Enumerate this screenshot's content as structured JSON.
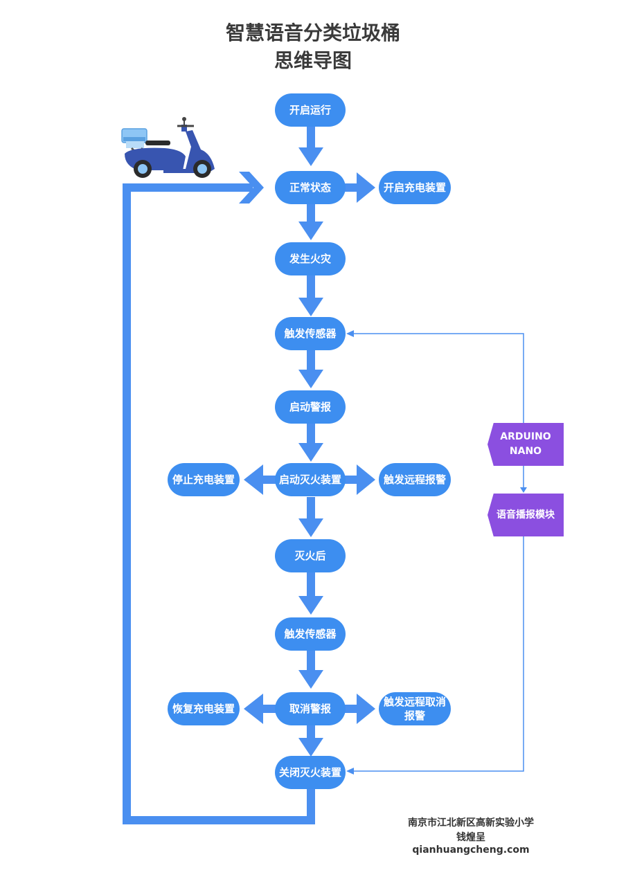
{
  "title": {
    "line1": "智慧语音分类垃圾桶",
    "line2": "思维导图"
  },
  "nodes": {
    "start": "开启运行",
    "normal": "正常状态",
    "charge_on": "开启充电装置",
    "fire": "发生火灾",
    "sensor1": "触发传感器",
    "alarm": "启动警报",
    "stop_charge": "停止充电装置",
    "extinguisher_on": "启动灭火装置",
    "remote_alarm": "触发远程报警",
    "after_fire": "灭火后",
    "sensor2": "触发传感器",
    "restore_charge": "恢复充电装置",
    "cancel_alarm": "取消警报",
    "remote_cancel": "触发远程取消报警",
    "extinguisher_off": "关闭灭火装置"
  },
  "modules": {
    "arduino": "ARDUINO NANO",
    "voice": "语音播报模块"
  },
  "footer": {
    "school": "南京市江北新区高新实验小学",
    "author": "钱煌呈",
    "site": "qianhuangcheng.com"
  },
  "colors": {
    "node": "#3d8ef0",
    "arrow": "#4a8ff0",
    "module": "#8b4fe0",
    "title": "#3a3a3a"
  },
  "icons": {
    "scooter": "scooter-icon"
  }
}
